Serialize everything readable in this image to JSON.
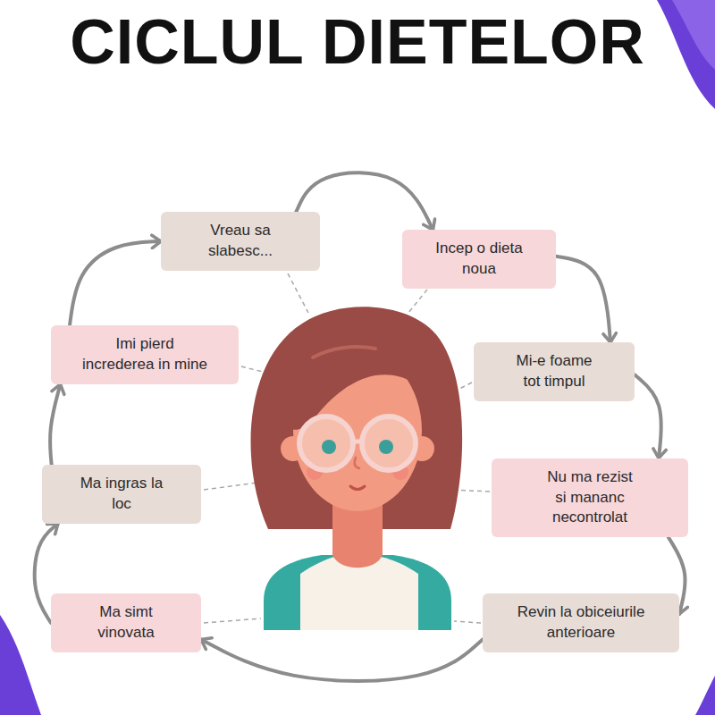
{
  "diagram": {
    "title": "CICLUL DIETELOR",
    "nodes": [
      {
        "text": [
          "Vreau sa slabesc..."
        ]
      },
      {
        "text": [
          "Incep o dieta noua"
        ]
      },
      {
        "text": [
          "Mi-e foame tot timpul"
        ]
      },
      {
        "text": [
          "Nu ma rezist si mananc necontrolat"
        ]
      },
      {
        "text": [
          "Revin la obiceiurile anterioare"
        ]
      },
      {
        "text": [
          "Ma simt vinovata"
        ]
      },
      {
        "text": [
          "Ma ingras la loc"
        ]
      },
      {
        "text": [
          "Imi pierd increderea in mine"
        ]
      }
    ],
    "edges": [
      {
        "from": 0,
        "to": 1,
        "arrow": "to"
      },
      {
        "from": 1,
        "to": 2,
        "arrow": "to"
      },
      {
        "from": 2,
        "to": 3,
        "arrow": "to"
      },
      {
        "from": 3,
        "to": 4,
        "arrow": "to"
      },
      {
        "from": 4,
        "to": 5,
        "arrow": "to"
      },
      {
        "from": 5,
        "to": 6,
        "arrow": "to"
      },
      {
        "from": 6,
        "to": 7,
        "arrow": "to"
      },
      {
        "from": 7,
        "to": 0,
        "arrow": "to"
      }
    ]
  }
}
